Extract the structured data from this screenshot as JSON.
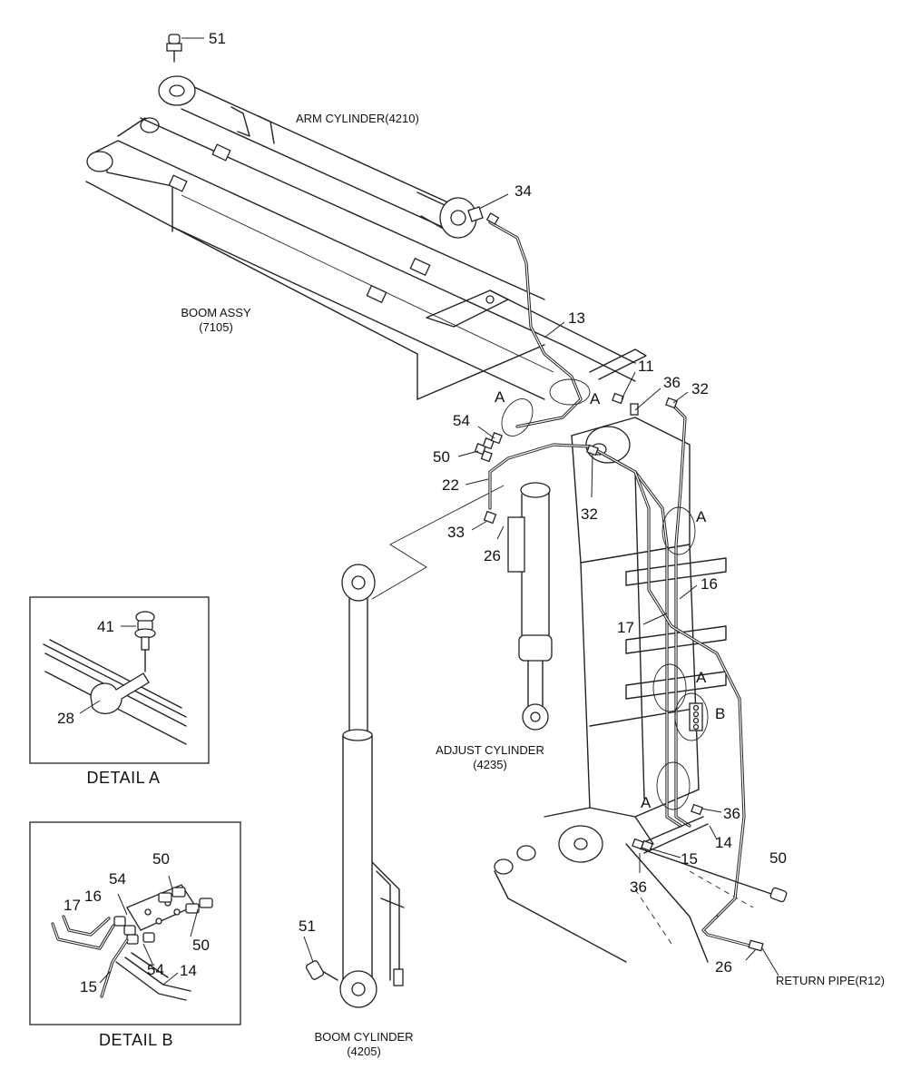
{
  "labels": {
    "arm_cylinder": "ARM CYLINDER(4210)",
    "boom_assy_1": "BOOM ASSY",
    "boom_assy_2": "(7105)",
    "adjust_cylinder_1": "ADJUST CYLINDER",
    "adjust_cylinder_2": "(4235)",
    "boom_cylinder_1": "BOOM CYLINDER",
    "boom_cylinder_2": "(4205)",
    "return_pipe": "RETURN PIPE(R12)",
    "detail_a": "DETAIL  A",
    "detail_b": "DETAIL  B"
  },
  "parts": {
    "p51_top": "51",
    "p34": "34",
    "p13": "13",
    "p11": "11",
    "p36_top": "36",
    "p32_right": "32",
    "p54_main": "54",
    "p50_main": "50",
    "p22": "22",
    "p32_mid": "32",
    "p33": "33",
    "p26_mid": "26",
    "p16_main": "16",
    "p17_main": "17",
    "p36_right": "36",
    "p14_main": "14",
    "p15_main": "15",
    "p36_bottom": "36",
    "p50_right": "50",
    "p26_bottom": "26",
    "p51_bottom": "51",
    "p41": "41",
    "p28": "28",
    "p50_detb_top": "50",
    "p54_detb_top": "54",
    "p17_detb": "17",
    "p16_detb": "16",
    "p50_detb_right": "50",
    "p54_detb_bottom": "54",
    "p14_detb": "14",
    "p15_detb": "15"
  },
  "callouts": {
    "a1": "A",
    "a2": "A",
    "a3": "A",
    "a4": "A",
    "a5": "A",
    "b1": "B"
  }
}
